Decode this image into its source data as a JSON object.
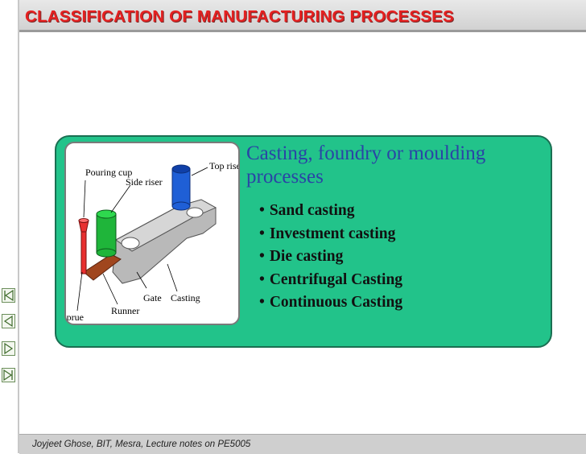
{
  "slide": {
    "title": "CLASSIFICATION OF MANUFACTURING PROCESSES",
    "heading": "Casting, foundry or moulding processes",
    "processes": [
      "Sand casting",
      "Investment casting",
      "Die casting",
      "Centrifugal Casting",
      "Continuous Casting"
    ],
    "bullet": "•",
    "footer": "Joyjeet Ghose, BIT, Mesra,  Lecture notes on  PE5005"
  },
  "diagram": {
    "labels": {
      "pouring_cup": "Pouring cup",
      "side_riser": "Side riser",
      "top_riser": "Top riser",
      "gate": "Gate",
      "casting": "Casting",
      "runner": "Runner",
      "sprue": "Sprue"
    }
  },
  "navigation": {
    "first": "first-slide-icon",
    "previous": "previous-slide-icon",
    "next": "next-slide-icon",
    "last": "last-slide-icon"
  },
  "colors": {
    "title": "#e52020",
    "panel": "#22c38a",
    "heading": "#2a44a6",
    "top_riser": "#1f5fd6",
    "side_riser": "#1fb53a",
    "pouring_cup": "#e83030",
    "runner": "#a0461e"
  }
}
